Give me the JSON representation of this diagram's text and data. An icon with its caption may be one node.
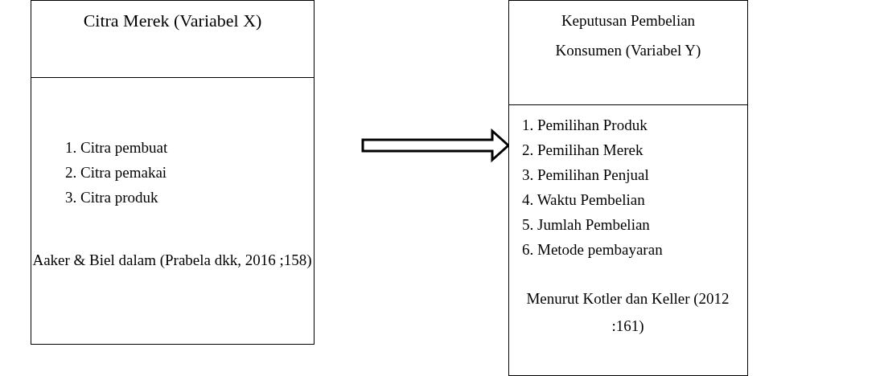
{
  "diagram": {
    "nodes": [
      {
        "text": [
          "Citra Merek (Variabel X)",
          "1. Citra pembuat",
          "2. Citra pemakai",
          "3. Citra produk",
          "Aaker & Biel dalam (Prabela dkk, 2016 ;158)"
        ]
      },
      {
        "text": [
          "Keputusan Pembelian Konsumen (Variabel Y)",
          "1. Pemilihan Produk",
          "2. Pemilihan Merek",
          "3. Pemilihan Penjual",
          "4. Waktu Pembelian",
          "5. Jumlah Pembelian",
          "6. Metode pembayaran",
          "Menurut Kotler dan Keller (2012 :161)"
        ]
      }
    ],
    "edges": [
      {
        "from": 0,
        "to": 1,
        "arrow": "to",
        "style": "thick"
      }
    ]
  }
}
